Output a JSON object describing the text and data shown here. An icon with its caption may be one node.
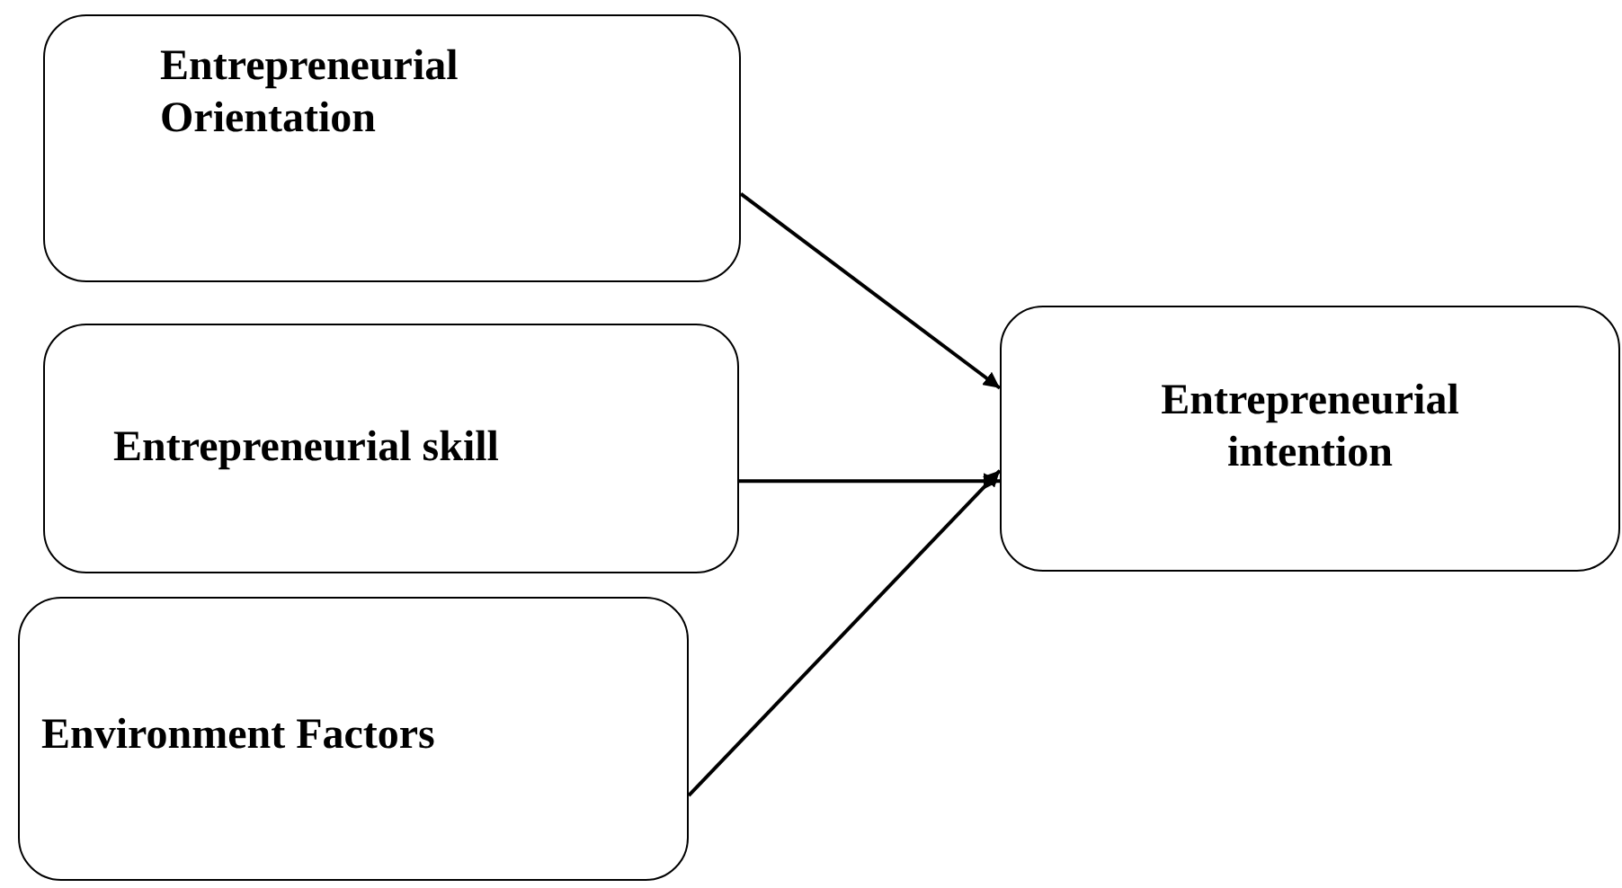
{
  "diagram": {
    "nodes": [
      {
        "text": [
          "Entrepreneurial Orientation"
        ]
      },
      {
        "text": [
          "Entrepreneurial skill"
        ]
      },
      {
        "text": [
          "Environment Factors"
        ]
      },
      {
        "text": [
          "Entrepreneurial intention"
        ]
      }
    ],
    "edges": [
      {
        "from": 0,
        "to": 3,
        "arrow": "to"
      },
      {
        "from": 1,
        "to": 3,
        "arrow": "to"
      },
      {
        "from": 2,
        "to": 3,
        "arrow": "to"
      }
    ]
  }
}
